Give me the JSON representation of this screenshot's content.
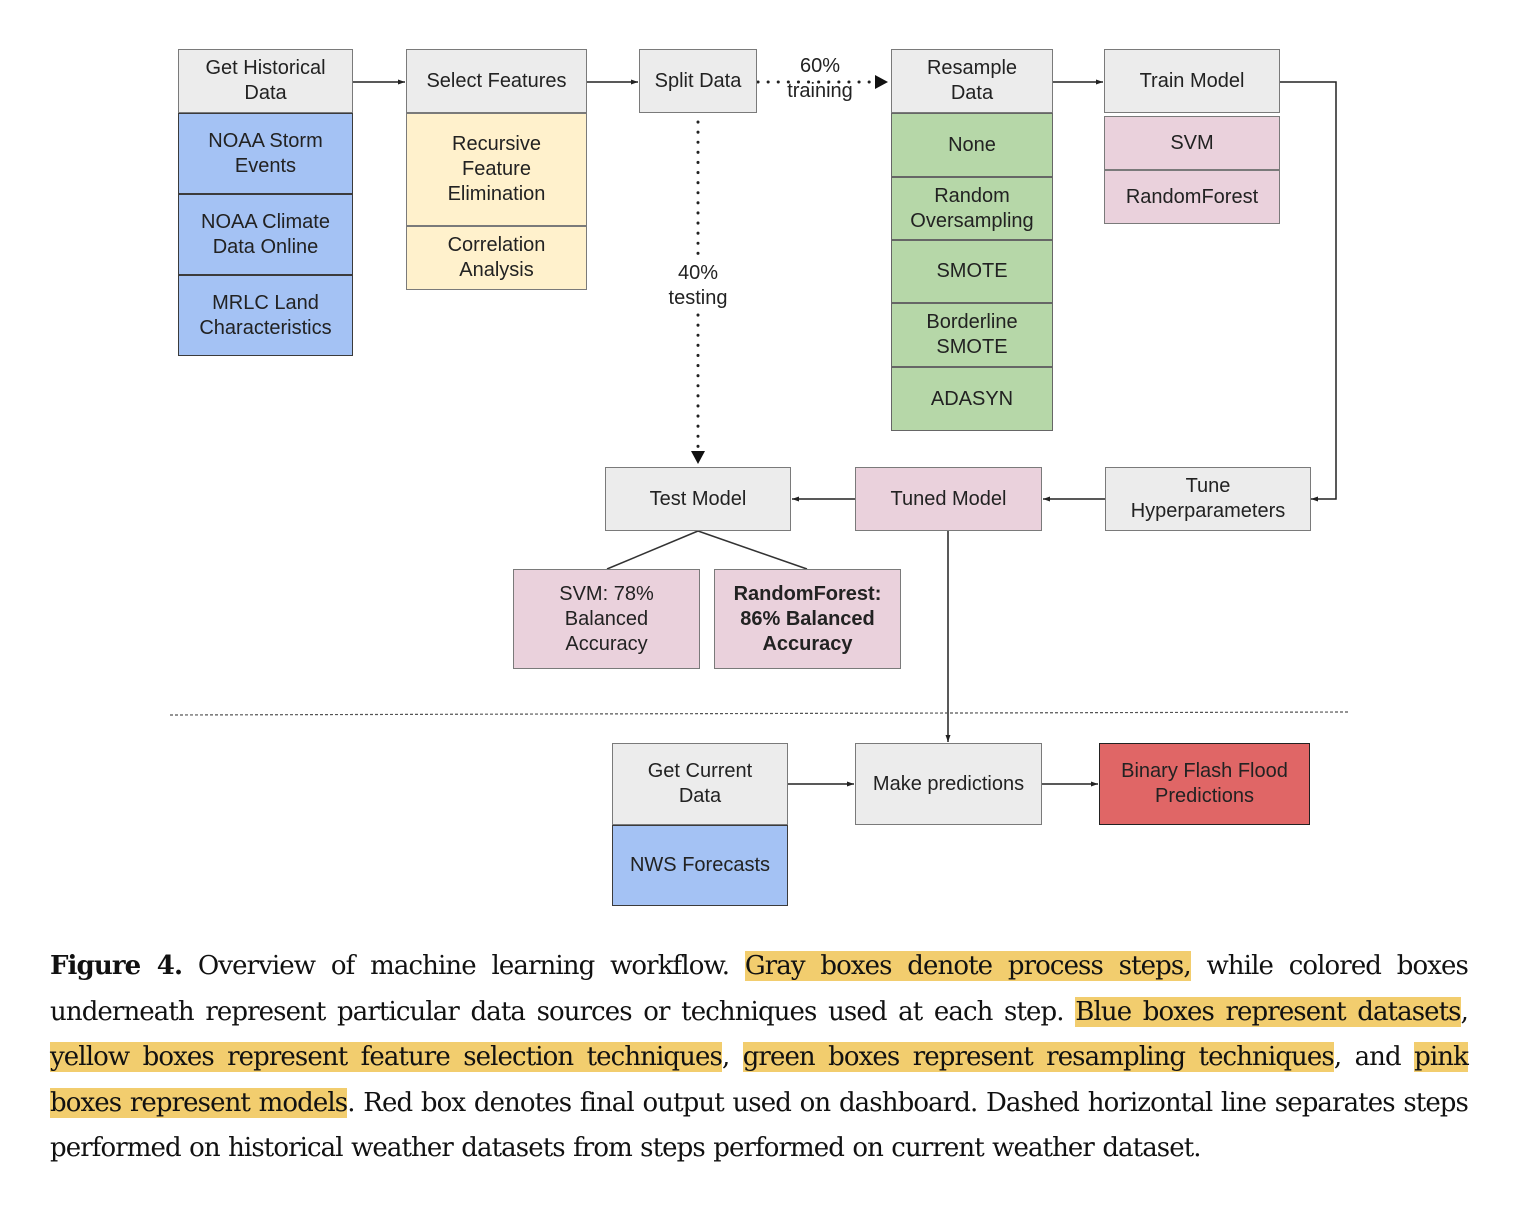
{
  "figure": {
    "nodes": {
      "get_historical": "Get Historical\nData",
      "noaa_storm": "NOAA Storm\nEvents",
      "noaa_climate": "NOAA Climate\nData Online",
      "mrlc_land": "MRLC Land\nCharacteristics",
      "select_features": "Select Features",
      "rfe": "Recursive\nFeature\nElimination",
      "correlation": "Correlation\nAnalysis",
      "split_data": "Split Data",
      "resample_data": "Resample\nData",
      "none": "None",
      "random_oversampling": "Random\nOversampling",
      "smote": "SMOTE",
      "borderline_smote": "Borderline\nSMOTE",
      "adasyn": "ADASYN",
      "train_model": "Train Model",
      "svm": "SVM",
      "randomforest": "RandomForest",
      "tune_hyperparameters": "Tune\nHyperparameters",
      "tuned_model": "Tuned Model",
      "test_model": "Test Model",
      "svm_result": "SVM: 78%\nBalanced\nAccuracy",
      "rf_result": "RandomForest:\n86% Balanced\nAccuracy",
      "get_current": "Get Current\nData",
      "nws_forecasts": "NWS Forecasts",
      "make_predictions": "Make predictions",
      "binary_flash_flood": "Binary Flash Flood\nPredictions"
    },
    "edge_labels": {
      "training": "60%\ntraining",
      "testing": "40%\ntesting"
    },
    "colors": {
      "process_gray": "#ececec",
      "dataset_blue": "#a4c2f4",
      "feature_yellow": "#fff1cc",
      "resampling_green": "#b6d7a8",
      "model_pink": "#ead1dc",
      "output_red": "#e06666",
      "highlight": "#f2cd6e"
    }
  },
  "caption": {
    "label": "Figure 4.",
    "t1": " Overview of machine learning workflow. ",
    "h1": "Gray boxes denote process steps,",
    "t2": " while colored boxes underneath represent particular data sources or techniques used at each step. ",
    "h2": "Blue boxes represent datasets",
    "t3": ", ",
    "h3": "yellow boxes represent feature selection techniques",
    "t4": ", ",
    "h4": "green boxes represent resampling techniques",
    "t5": ", and ",
    "h5": "pink boxes represent models",
    "t6": ". Red box denotes final output used on dashboard. Dashed horizontal line separates steps performed on historical weather datasets from steps performed on current weather dataset."
  }
}
